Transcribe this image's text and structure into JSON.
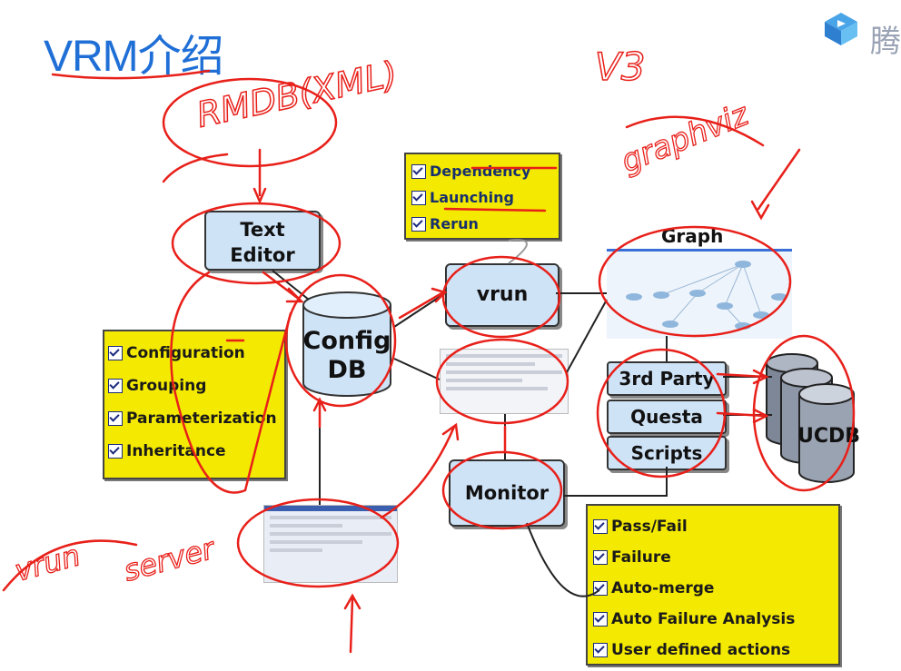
{
  "title": "VRM介绍",
  "logo_text": "腾",
  "colors": {
    "note_yellow": "#f4e900",
    "box_blue": "#cfe3f7",
    "ink_red": "#e8201a",
    "title_blue": "#1f6fd6"
  },
  "handwritten": {
    "rmdb": "RMDB(XML)",
    "v3": "V3",
    "graphviz": "graphviz",
    "vrun": "vrun",
    "server": "server"
  },
  "diagram": {
    "dependency_note": [
      "Dependency",
      "Launching",
      "Rerun"
    ],
    "config_note": [
      "Configuration",
      "Grouping",
      "Parameterization",
      "Inheritance"
    ],
    "result_note": [
      "Pass/Fail",
      "Failure",
      "Auto-merge",
      "Auto Failure Analysis",
      "User defined actions"
    ],
    "text_editor": "Text Editor",
    "config_db_line1": "Config",
    "config_db_line2": "DB",
    "vrun": "vrun",
    "graph": "Graph",
    "third_party": "3rd Party",
    "questa": "Questa",
    "scripts": "Scripts",
    "ucdb": "UCDB",
    "monitor": "Monitor"
  }
}
